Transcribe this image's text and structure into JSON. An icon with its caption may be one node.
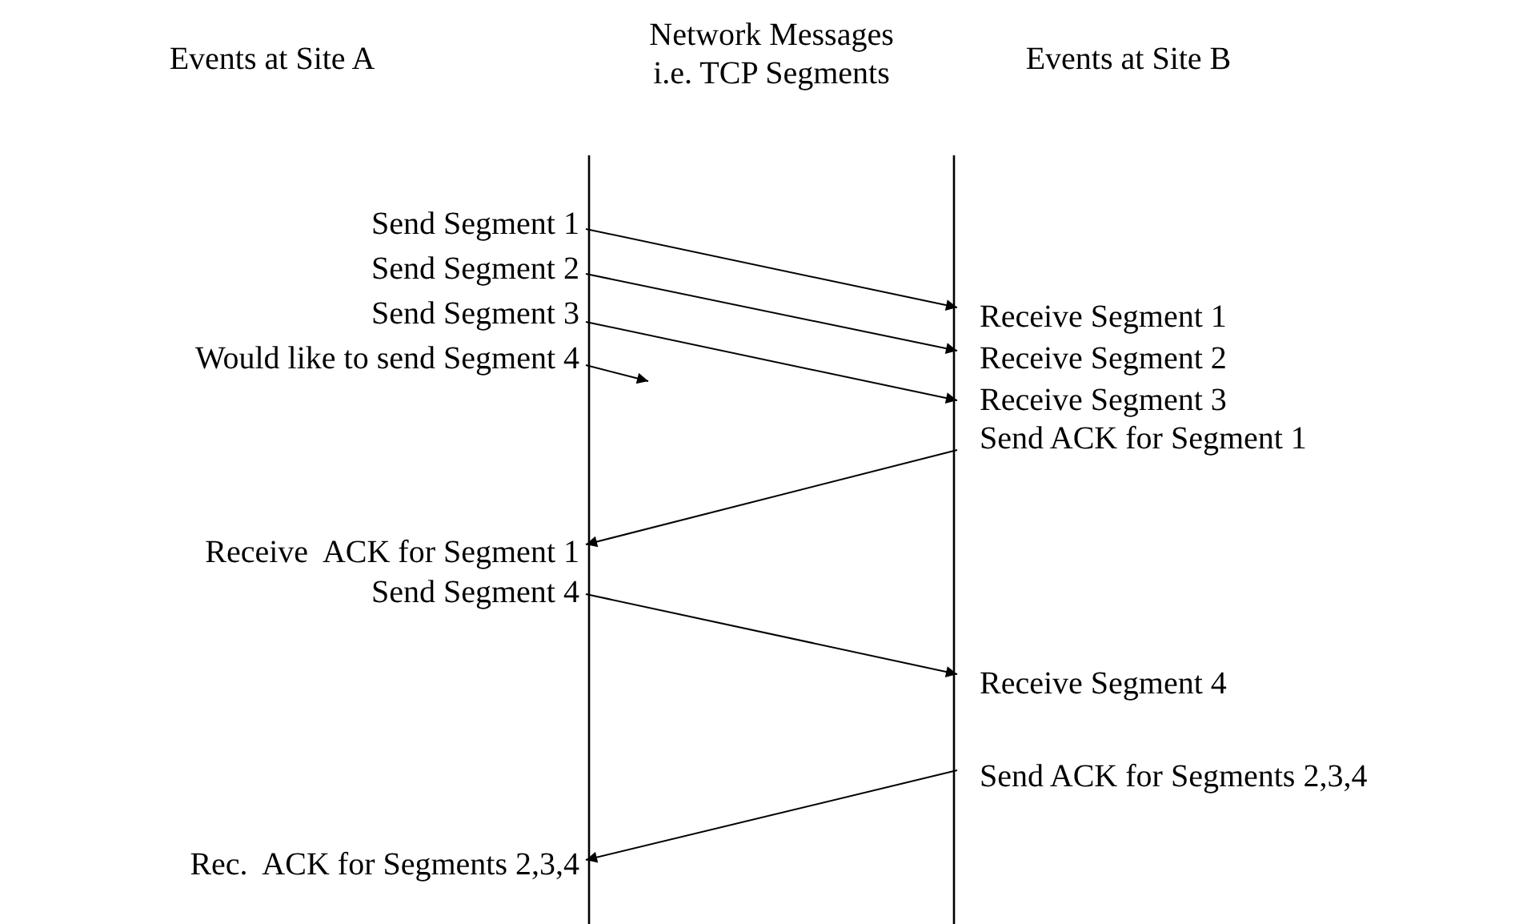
{
  "diagram": {
    "nodes": [
      {
        "text": [
          "Send Segment 1"
        ]
      },
      {
        "text": [
          "Send Segment 2"
        ]
      },
      {
        "text": [
          "Send Segment 3"
        ]
      },
      {
        "text": [
          "Would like to send Segment 4"
        ]
      },
      {
        "text": [
          "Receive Segment 1"
        ]
      },
      {
        "text": [
          "Receive Segment 2"
        ]
      },
      {
        "text": [
          "Receive Segment 3"
        ]
      },
      {
        "text": [
          "Send ACK for Segment 1"
        ]
      },
      {
        "text": [
          "Receive  ACK for Segment 1"
        ]
      },
      {
        "text": [
          "Send Segment 4"
        ]
      },
      {
        "text": [
          "Receive Segment 4"
        ]
      },
      {
        "text": [
          "Send ACK for Segments 2,3,4"
        ]
      },
      {
        "text": [
          "Rec.  ACK for Segments 2,3,4"
        ]
      }
    ],
    "edges": [
      {
        "from": 0,
        "to": 4,
        "arrow": "to"
      },
      {
        "from": 1,
        "to": 5,
        "arrow": "to"
      },
      {
        "from": 2,
        "to": 6,
        "arrow": "to"
      },
      {
        "from": 3,
        "to": null,
        "arrow": "to"
      },
      {
        "from": 7,
        "to": 8,
        "arrow": "to"
      },
      {
        "from": 9,
        "to": 10,
        "arrow": "to"
      },
      {
        "from": 11,
        "to": 12,
        "arrow": "to"
      }
    ],
    "labels": [
      "Events at Site A",
      "Network Messages i.e. TCP Segments",
      "Events at Site B"
    ]
  }
}
